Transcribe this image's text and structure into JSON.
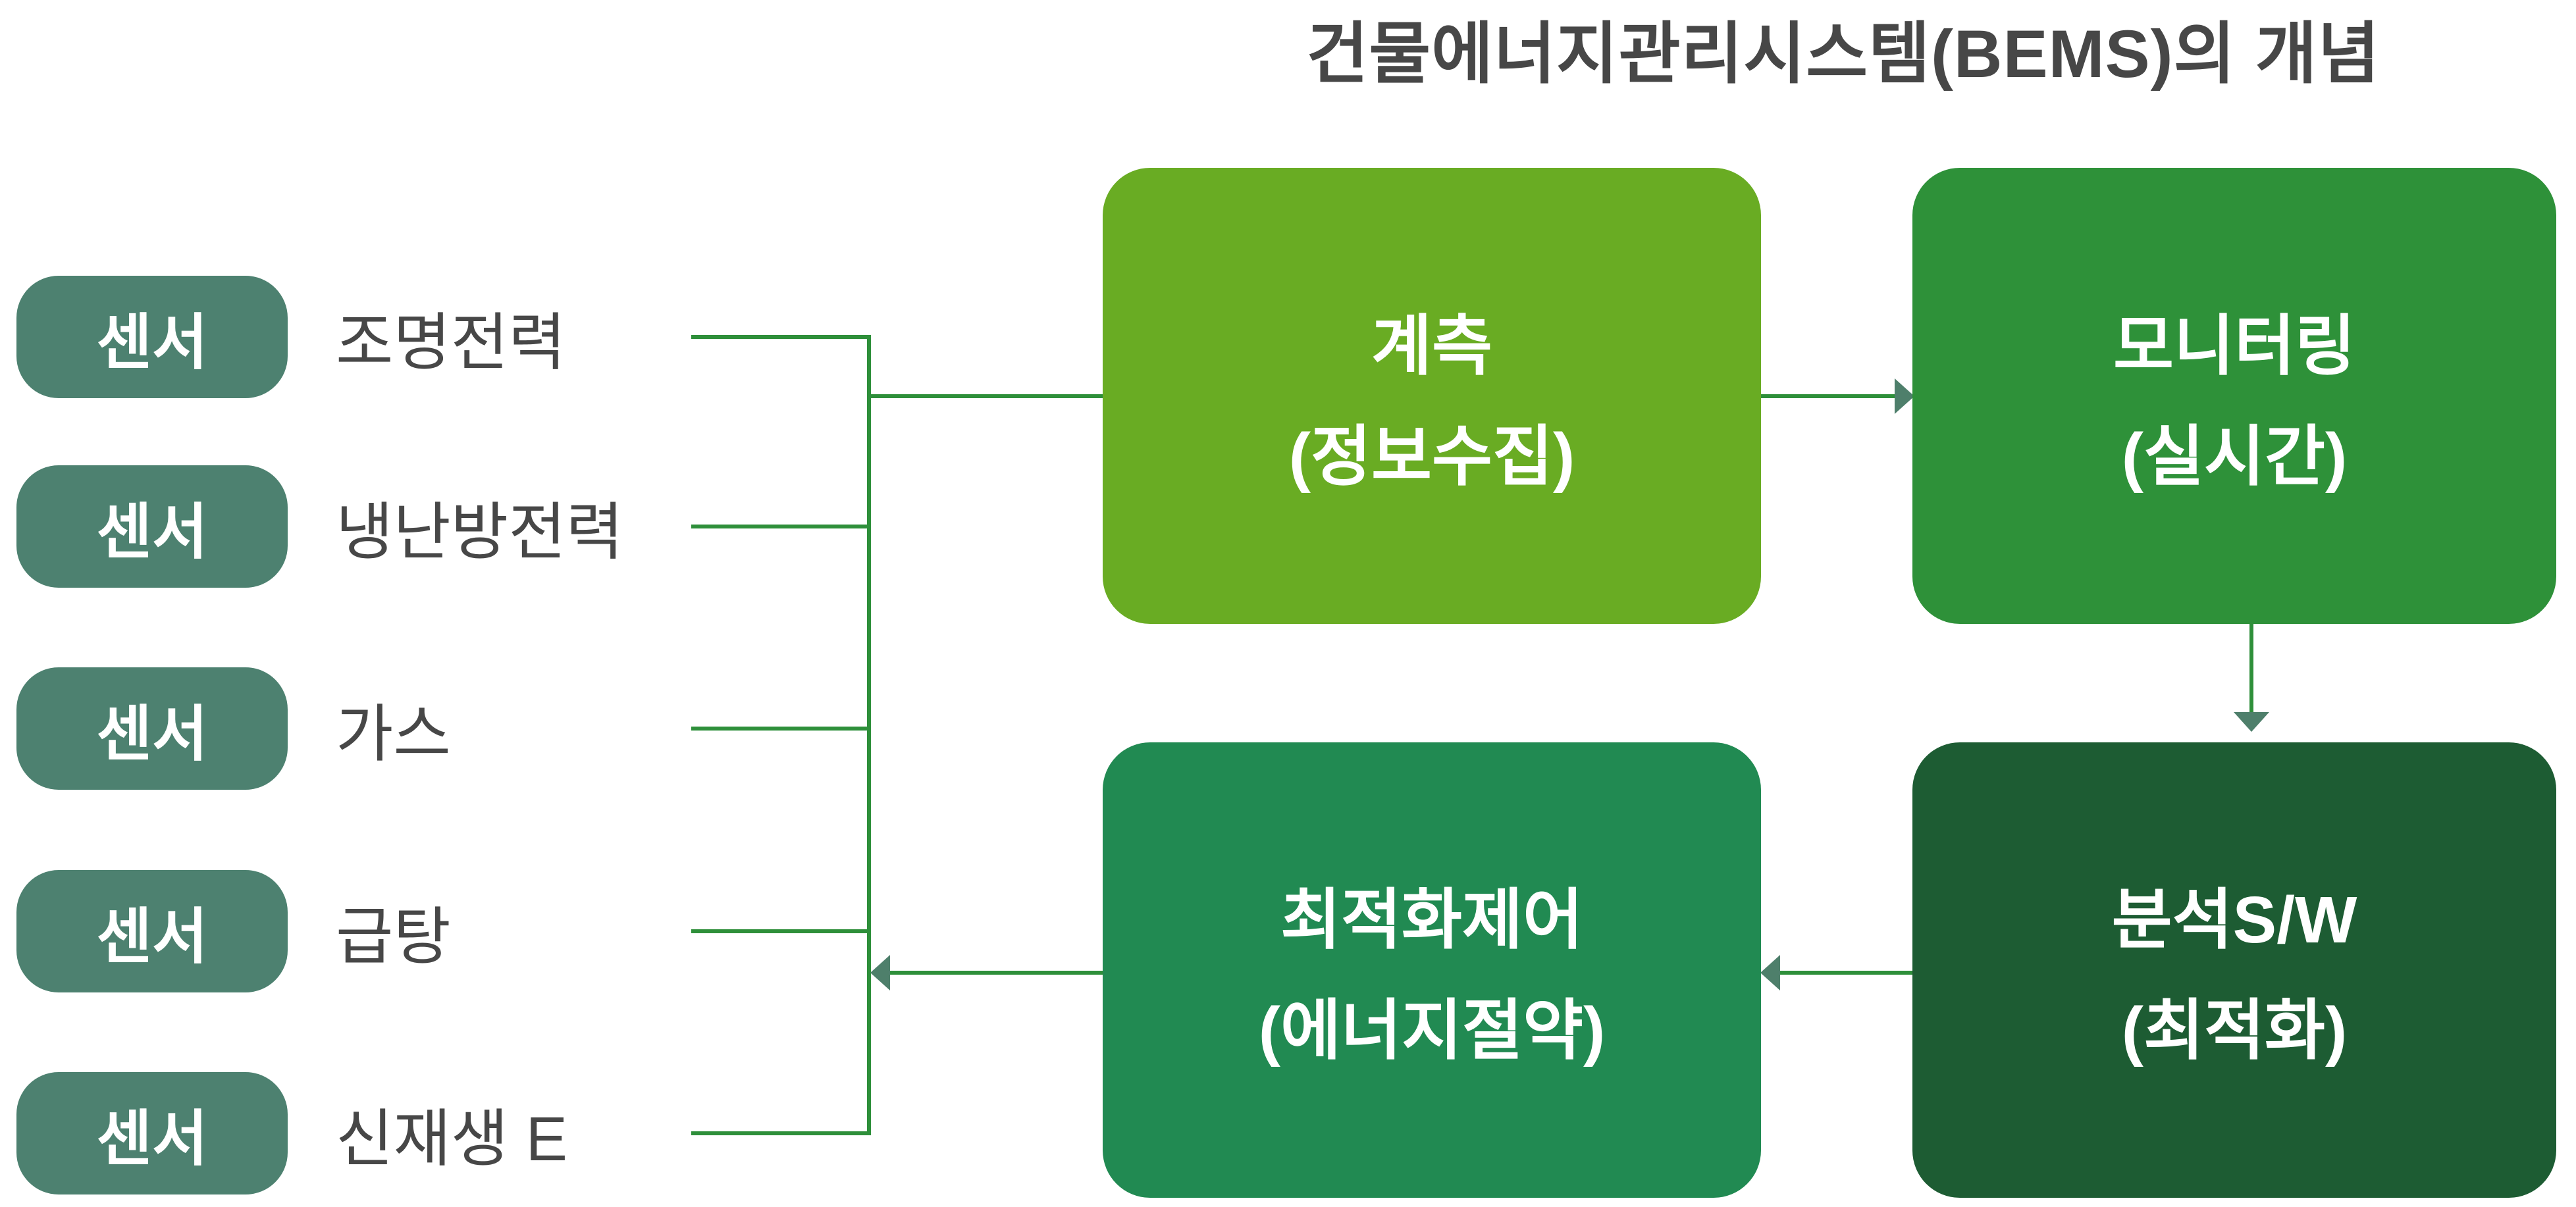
{
  "title": "건물에너지관리시스템(BEMS)의 개념",
  "sensors": {
    "badge_label": "센서",
    "items": [
      {
        "label": "조명전력"
      },
      {
        "label": "냉난방전력"
      },
      {
        "label": "가스"
      },
      {
        "label": "급탕"
      },
      {
        "label": "신재생 E"
      }
    ]
  },
  "boxes": [
    {
      "title": "계측",
      "subtitle": "(정보수집)",
      "color": "#69AC23"
    },
    {
      "title": "모니터링",
      "subtitle": "(실시간)",
      "color": "#2E9139"
    },
    {
      "title": "분석S/W",
      "subtitle": "(최적화)",
      "color": "#1D5C33"
    },
    {
      "title": "최적화제어",
      "subtitle": "(에너지절약)",
      "color": "#218A52"
    }
  ],
  "colors": {
    "background": "#FFFFFF",
    "title_text": "#474747",
    "sensor_label_text": "#474747",
    "sensor_badge": "#4D8170",
    "badge_text": "#FFFFFF",
    "connector_line": "#2E8F3A",
    "arrowhead": "#4E7F6B",
    "box_text": "#FFFFFF"
  }
}
